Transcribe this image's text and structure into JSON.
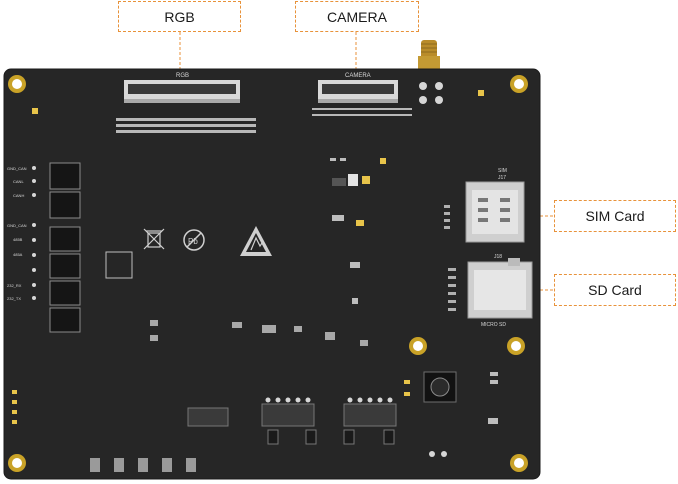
{
  "callouts": {
    "rgb": "RGB",
    "camera": "CAMERA",
    "sim": "SIM Card",
    "sd": "SD Card"
  },
  "silkscreen": {
    "rgb_header": "RGB",
    "camera_header": "CAMERA",
    "sim_header": "SIM",
    "sim_ref": "J17",
    "sd_ref": "J18",
    "micro_sd": "MICRO SD",
    "left_labels": [
      "GND_CAN",
      "CANL",
      "CANH",
      "GND_CAN",
      "485B",
      "485A",
      "232_RX",
      "232_TX"
    ]
  },
  "colors": {
    "board": "#262626",
    "board_edge": "#1b1b1b",
    "hole_gold": "#c9a227",
    "callout_border": "#e8923a",
    "connector": "#d9d9d9"
  },
  "icons": [
    "recycle-bin-icon",
    "no-lead-icon",
    "esd-warning-icon"
  ]
}
